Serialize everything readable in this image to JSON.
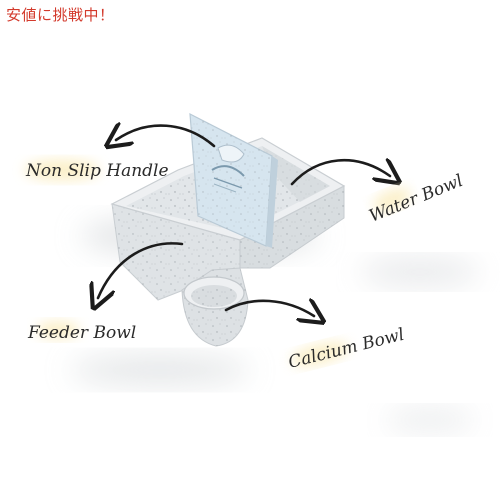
{
  "banner": {
    "text": "安値に挑戦中！",
    "color": "#d33a2c"
  },
  "product": {
    "body_color": "#e4e7e9",
    "handle_color": "#d6e5ef",
    "label_highlight_color": "#fbefc6"
  },
  "callouts": {
    "handle": "Non Slip Handle",
    "water": "Water Bowl",
    "feeder": "Feeder Bowl",
    "calcium": "Calcium Bowl"
  }
}
